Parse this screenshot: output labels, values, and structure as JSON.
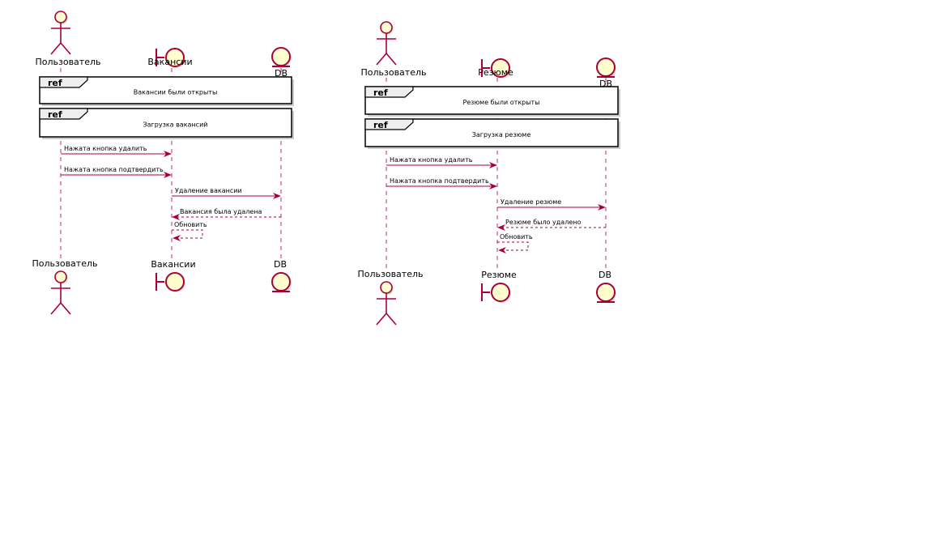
{
  "colors": {
    "line": "#A80036",
    "fill": "#FEFECE",
    "ref_border": "#000000",
    "ref_tab": "#EEEEEE",
    "shadow": "#CCCCCC"
  },
  "diagrams": [
    {
      "participants": {
        "user": {
          "label": "Пользователь",
          "kind": "actor"
        },
        "screen": {
          "label": "Вакансии",
          "kind": "boundary"
        },
        "db": {
          "label": "DB",
          "kind": "entity"
        }
      },
      "refs": [
        {
          "tag": "ref",
          "text": "Вакансии были открыты"
        },
        {
          "tag": "ref",
          "text": "Загрузка вакансий"
        }
      ],
      "messages": [
        {
          "from": "user",
          "to": "screen",
          "text": "Нажата кнопка удалить",
          "style": "solid"
        },
        {
          "from": "user",
          "to": "screen",
          "text": "Нажата кнопка подтвердить",
          "style": "solid"
        },
        {
          "from": "screen",
          "to": "db",
          "text": "Удаление вакансии",
          "style": "solid"
        },
        {
          "from": "db",
          "to": "screen",
          "text": "Вакансия была удалена",
          "style": "dashed"
        },
        {
          "from": "screen",
          "to": "screen",
          "text": "Обновить",
          "style": "dashed"
        }
      ]
    },
    {
      "participants": {
        "user": {
          "label": "Пользователь",
          "kind": "actor"
        },
        "screen": {
          "label": "Резюме",
          "kind": "boundary"
        },
        "db": {
          "label": "DB",
          "kind": "entity"
        }
      },
      "refs": [
        {
          "tag": "ref",
          "text": "Резюме были открыты"
        },
        {
          "tag": "ref",
          "text": "Загрузка резюме"
        }
      ],
      "messages": [
        {
          "from": "user",
          "to": "screen",
          "text": "Нажата кнопка удалить",
          "style": "solid"
        },
        {
          "from": "user",
          "to": "screen",
          "text": "Нажата кнопка подтвердить",
          "style": "solid"
        },
        {
          "from": "screen",
          "to": "db",
          "text": "Удаление резюме",
          "style": "solid"
        },
        {
          "from": "db",
          "to": "screen",
          "text": "Резюме было удалено",
          "style": "dashed"
        },
        {
          "from": "screen",
          "to": "screen",
          "text": "Обновить",
          "style": "dashed"
        }
      ]
    }
  ]
}
